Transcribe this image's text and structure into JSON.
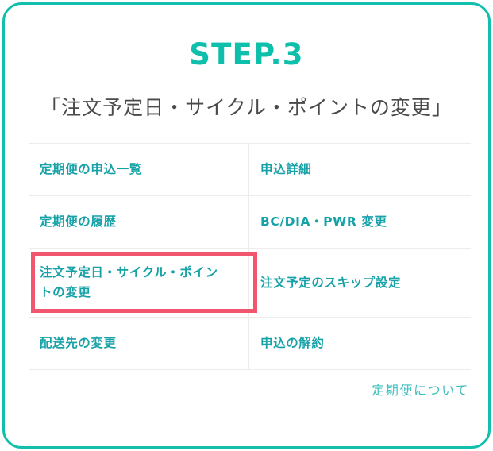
{
  "frame": {
    "border_color": "#12BFAC",
    "background": "#ffffff"
  },
  "header": {
    "step_label": "STEP.3",
    "step_color": "#0EC0AC",
    "subtitle": "「注文予定日・サイクル・ポイントの変更」",
    "subtitle_color": "#4A4A4A"
  },
  "menu": {
    "link_color": "#17A2A8",
    "divider_color": "#ECECEC",
    "highlight_color": "#F2566F",
    "rows": [
      {
        "left": "定期便の申込一覧",
        "right": "申込詳細",
        "highlighted": false
      },
      {
        "left": "定期便の履歴",
        "right": "BC/DIA・PWR 変更",
        "highlighted": false
      },
      {
        "left": "注文予定日・サイクル・ポイントの変更",
        "right": "注文予定のスキップ設定",
        "highlighted": true
      },
      {
        "left": "配送先の変更",
        "right": "申込の解約",
        "highlighted": false
      }
    ]
  },
  "footer": {
    "link_label": "定期便について",
    "link_color": "#3FBFBD"
  }
}
